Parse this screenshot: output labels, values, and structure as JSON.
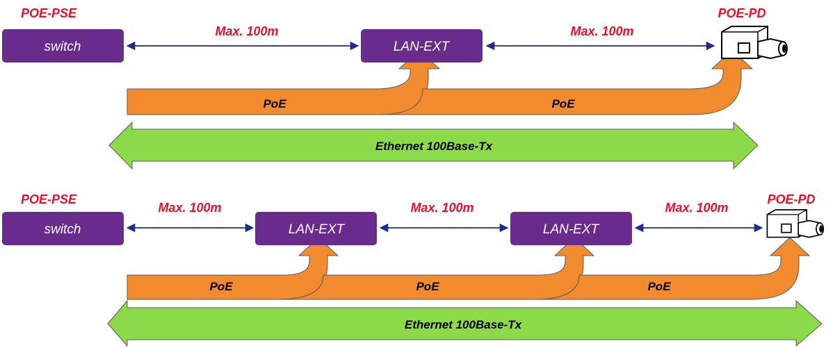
{
  "diagram_top": {
    "pse_label": "POE-PSE",
    "switch_label": "switch",
    "pd_label": "POE-PD",
    "ext_label": "LAN-EXT",
    "distance_1": "Max. 100m",
    "distance_2": "Max. 100m",
    "poe_1": "PoE",
    "poe_2": "PoE",
    "ethernet_label": "Ethernet 100Base-Tx"
  },
  "diagram_bottom": {
    "pse_label": "POE-PSE",
    "switch_label": "switch",
    "pd_label": "POE-PD",
    "ext_1_label": "LAN-EXT",
    "ext_2_label": "LAN-EXT",
    "distance_1": "Max. 100m",
    "distance_2": "Max. 100m",
    "distance_3": "Max. 100m",
    "poe_1": "PoE",
    "poe_2": "PoE",
    "poe_3": "PoE",
    "ethernet_label": "Ethernet 100Base-Tx"
  },
  "colors": {
    "node": "#6a2c8c",
    "label_red": "#e8102a",
    "poe_arrow": "#f28a2e",
    "ethernet_arrow": "#8cd94a",
    "link": "#1f2a8a"
  }
}
